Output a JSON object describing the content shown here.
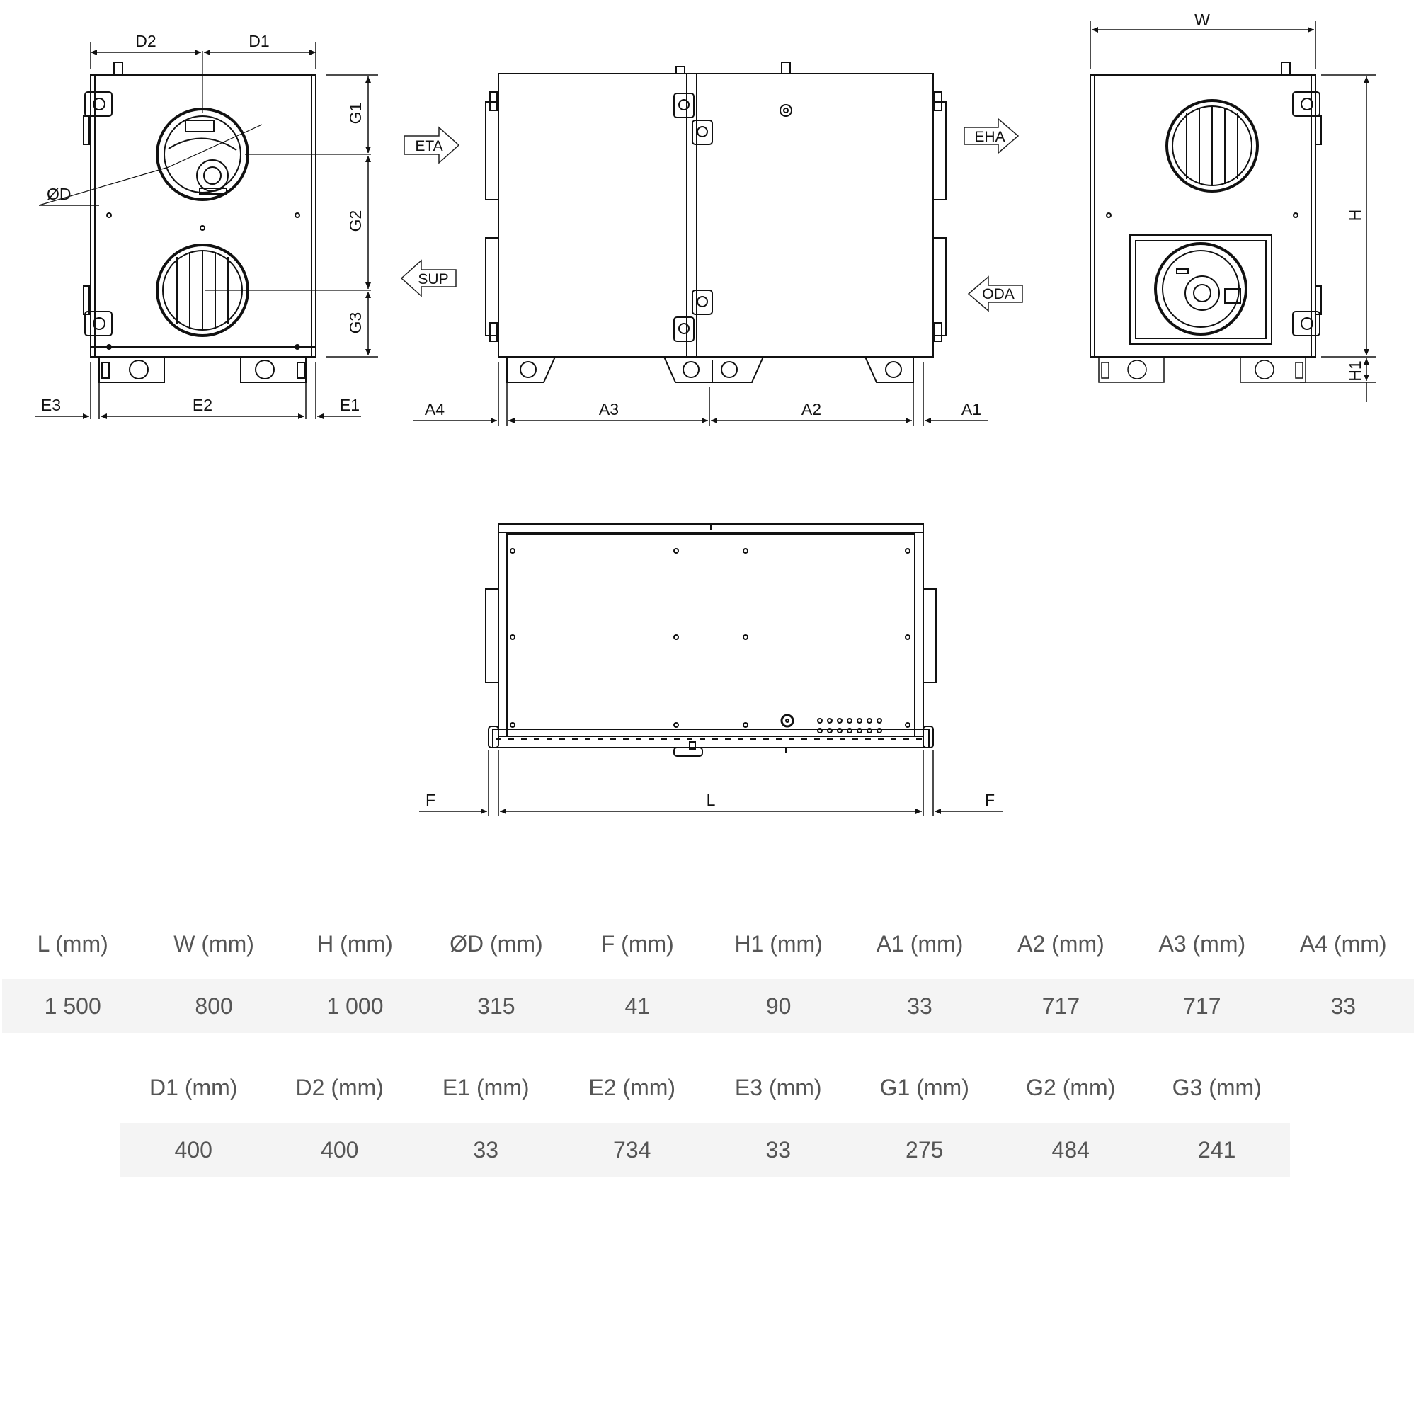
{
  "drawing": {
    "dimension_labels": {
      "d1": "D1",
      "d2": "D2",
      "diameter": "ØD",
      "g1": "G1",
      "g2": "G2",
      "g3": "G3",
      "e1": "E1",
      "e2": "E2",
      "e3": "E3",
      "a1": "A1",
      "a2": "A2",
      "a3": "A3",
      "a4": "A4",
      "w": "W",
      "h": "H",
      "h1": "H1",
      "f": "F",
      "l": "L"
    },
    "airflow_arrows": {
      "eta": "ETA",
      "sup": "SUP",
      "eha": "EHA",
      "oda": "ODA"
    }
  },
  "table1": {
    "headers": [
      "L (mm)",
      "W (mm)",
      "H (mm)",
      "ØD (mm)",
      "F (mm)",
      "H1 (mm)",
      "A1 (mm)",
      "A2 (mm)",
      "A3 (mm)",
      "A4 (mm)"
    ],
    "values": [
      "1 500",
      "800",
      "1 000",
      "315",
      "41",
      "90",
      "33",
      "717",
      "717",
      "33"
    ]
  },
  "table2": {
    "headers": [
      "D1 (mm)",
      "D2 (mm)",
      "E1 (mm)",
      "E2 (mm)",
      "E3 (mm)",
      "G1 (mm)",
      "G2 (mm)",
      "G3 (mm)"
    ],
    "values": [
      "400",
      "400",
      "33",
      "734",
      "33",
      "275",
      "484",
      "241"
    ]
  }
}
